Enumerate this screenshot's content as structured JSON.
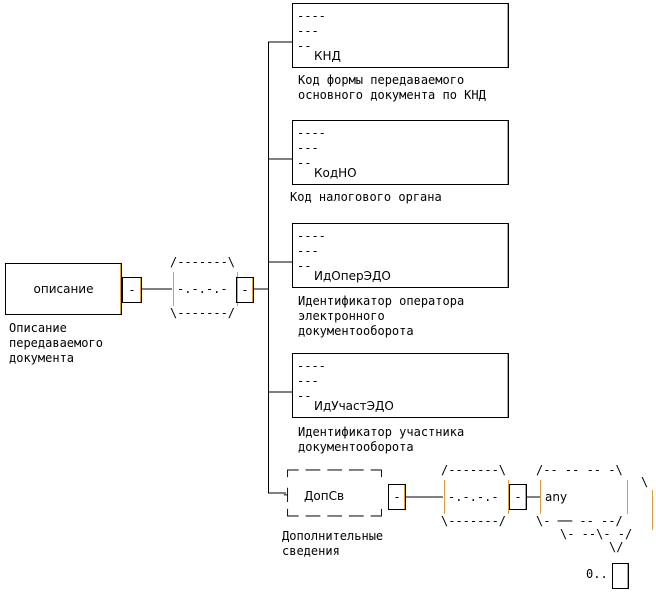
{
  "root": {
    "name": "описание",
    "description": "Описание\nпередаваемого\nдокумента"
  },
  "sequence_glyph": "-.-.-.-",
  "collapse_glyph": "-",
  "elements": [
    {
      "name": "КНД",
      "description": "Код формы передаваемого\nосновного документа по КНД"
    },
    {
      "name": "КодНО",
      "description": "Код налогового органа"
    },
    {
      "name": "ИдОперЭДО",
      "description": "Идентификатор оператора\nэлектронного\nдокументооборота"
    },
    {
      "name": "ИдУчастЭДО",
      "description": "Идентификатор участника\nдокументооборота"
    }
  ],
  "optional_element": {
    "name": "ДопСв",
    "description": "Дополнительные\nсведения"
  },
  "any": {
    "name": "any",
    "occurrence": "0.."
  },
  "element_dashes": "----\n---\n--"
}
